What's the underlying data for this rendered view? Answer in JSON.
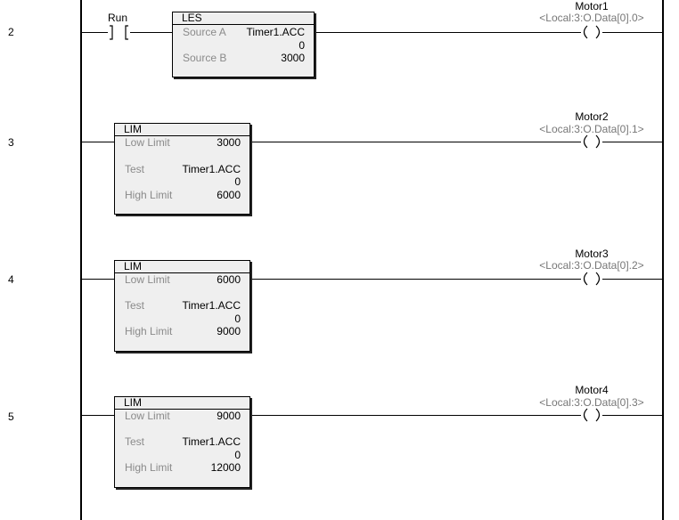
{
  "rungs": [
    {
      "number": "2",
      "contact": {
        "label": "Run"
      },
      "instruction": {
        "type": "LES",
        "rows": [
          {
            "label": "Source A",
            "value": "Timer1.ACC",
            "sub": "0"
          },
          {
            "label": "Source B",
            "value": "3000"
          }
        ]
      },
      "coil": {
        "name": "Motor1",
        "address": "<Local:3:O.Data[0].0>"
      }
    },
    {
      "number": "3",
      "instruction": {
        "type": "LIM",
        "rows": [
          {
            "label": "Low Limit",
            "value": "3000"
          },
          {
            "label": "Test",
            "value": "Timer1.ACC",
            "sub": "0"
          },
          {
            "label": "High Limit",
            "value": "6000"
          }
        ]
      },
      "coil": {
        "name": "Motor2",
        "address": "<Local:3:O.Data[0].1>"
      }
    },
    {
      "number": "4",
      "instruction": {
        "type": "LIM",
        "rows": [
          {
            "label": "Low Limit",
            "value": "6000"
          },
          {
            "label": "Test",
            "value": "Timer1.ACC",
            "sub": "0"
          },
          {
            "label": "High Limit",
            "value": "9000"
          }
        ]
      },
      "coil": {
        "name": "Motor3",
        "address": "<Local:3:O.Data[0].2>"
      }
    },
    {
      "number": "5",
      "instruction": {
        "type": "LIM",
        "rows": [
          {
            "label": "Low Limit",
            "value": "9000"
          },
          {
            "label": "Test",
            "value": "Timer1.ACC",
            "sub": "0"
          },
          {
            "label": "High Limit",
            "value": "12000"
          }
        ]
      },
      "coil": {
        "name": "Motor4",
        "address": "<Local:3:O.Data[0].3>"
      }
    }
  ]
}
